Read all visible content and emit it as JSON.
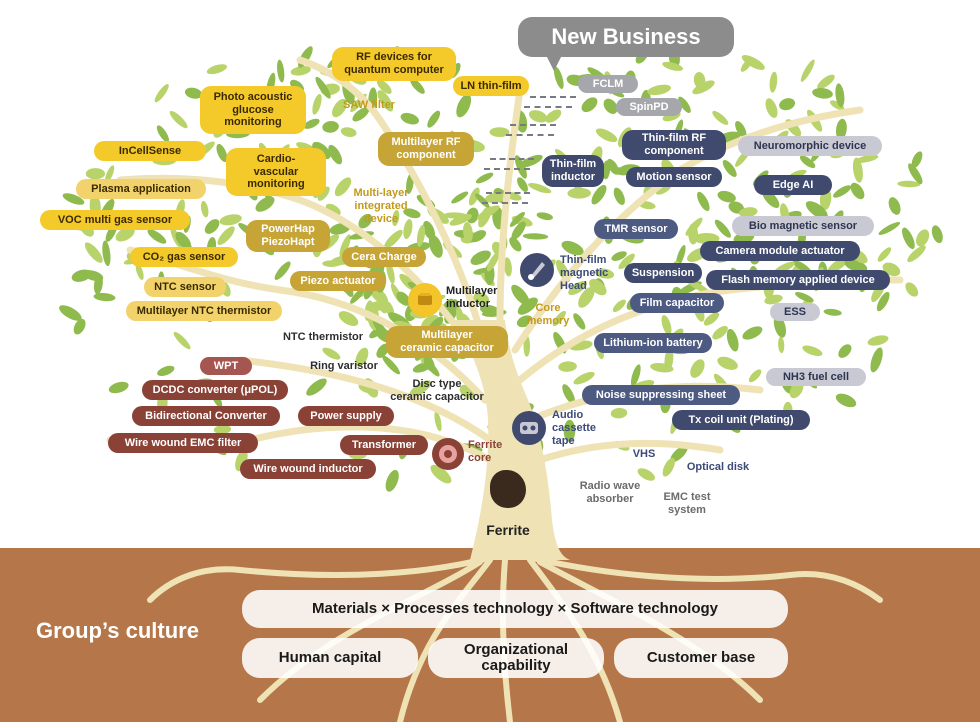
{
  "header": {
    "new_business": "New Business"
  },
  "labels": {
    "rf_quantum": "RF devices for\nquantum computer",
    "ln_thin_film": "LN thin-film",
    "fclm": "FCLM",
    "spinpd": "SpinPD",
    "photo_acoustic": "Photo acoustic\nglucose\nmonitoring",
    "saw_filter": "SAW filter",
    "multilayer_rf": "Multilayer RF\ncomponent",
    "thin_film_rf": "Thin-film RF\ncomponent",
    "neuromorphic": "Neuromorphic device",
    "incellsense": "InCellSense",
    "cardio": "Cardio-\nvascular\nmonitoring",
    "thin_film_inductor": "Thin-film\ninductor",
    "motion_sensor": "Motion sensor",
    "edge_ai": "Edge AI",
    "plasma": "Plasma application",
    "multi_layer_integrated": "Multi-layer\nintegrated\ndevice",
    "voc": "VOC multi gas sensor",
    "powerhap": "PowerHap\nPiezoHapt",
    "tmr": "TMR sensor",
    "bio_magnetic": "Bio magnetic sensor",
    "co2": "CO₂ gas sensor",
    "cera_charge": "Cera Charge",
    "thin_film_head": "Thin-film\nmagnetic\nHead",
    "camera_actuator": "Camera module actuator",
    "ntc_sensor": "NTC sensor",
    "piezo_actuator": "Piezo actuator",
    "suspension": "Suspension",
    "flash_memory": "Flash memory applied device",
    "multilayer_ntc": "Multilayer NTC thermistor",
    "multilayer_inductor": "Multilayer\ninductor",
    "film_capacitor": "Film capacitor",
    "core_memory": "Core\nmemory",
    "ess": "ESS",
    "ntc_thermistor": "NTC thermistor",
    "mlcc": "Multilayer\nceramic capacitor",
    "lithium_ion": "Lithium-ion battery",
    "wpt": "WPT",
    "ring_varistor": "Ring varistor",
    "nh3": "NH3 fuel cell",
    "dcdc": "DCDC converter (μPOL)",
    "disc_capacitor": "Disc type\nceramic capacitor",
    "noise_sheet": "Noise suppressing sheet",
    "bidirectional": "Bidirectional Converter",
    "power_supply": "Power supply",
    "audio_tape": "Audio\ncassette\ntape",
    "tx_coil": "Tx coil unit (Plating)",
    "wire_emc": "Wire wound EMC filter",
    "transformer": "Transformer",
    "ferrite_core": "Ferrite\ncore",
    "vhs": "VHS",
    "wire_inductor": "Wire wound inductor",
    "optical_disk": "Optical disk",
    "radio_wave": "Radio wave\nabsorber",
    "emc_test": "EMC test\nsystem",
    "ferrite": "Ferrite"
  },
  "culture": {
    "title": "Group’s culture",
    "materials": "Materials × Processes technology × Software technology",
    "human_capital": "Human capital",
    "organizational": "Organizational\ncapability",
    "customer_base": "Customer base"
  },
  "colors": {
    "ground": "#b5774a",
    "trunk": "#efe3b5",
    "leaf_light": "#b9d36b",
    "leaf_dark": "#8fba4e",
    "new_business": "#8c8c8c"
  },
  "icons": {
    "multilayer_inductor": "gold-chip-icon",
    "thin_film_head": "magnetic-head-icon",
    "audio_tape": "cassette-icon",
    "ferrite_core": "ferrite-ring-icon",
    "ferrite": "ferrite-rock-icon"
  }
}
